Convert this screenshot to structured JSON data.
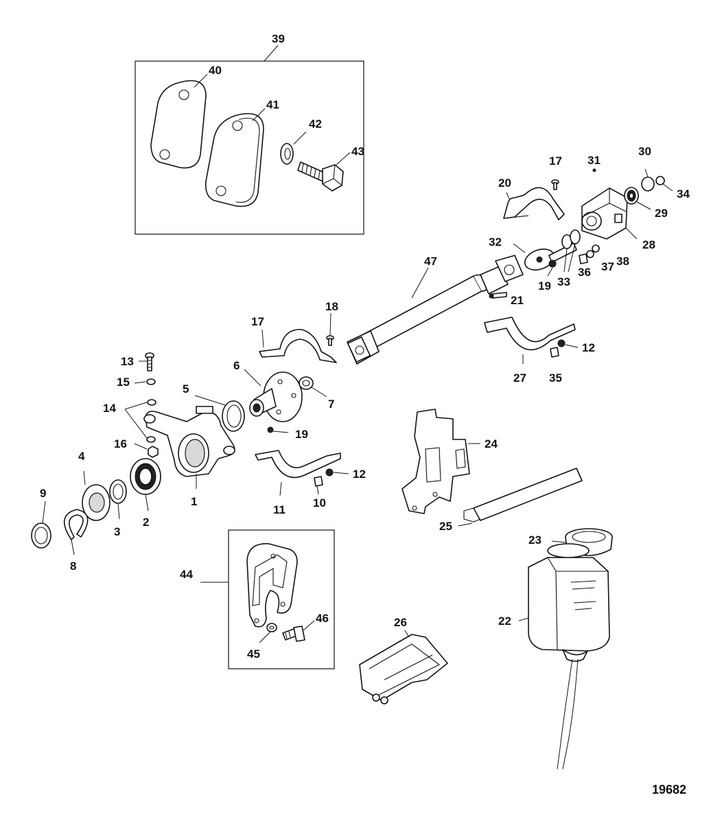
{
  "figure_number": "19682",
  "callouts": {
    "c1": "1",
    "c2": "2",
    "c3": "3",
    "c4": "4",
    "c5": "5",
    "c6": "6",
    "c7": "7",
    "c8": "8",
    "c9": "9",
    "c10": "10",
    "c11": "11",
    "c12a": "12",
    "c12b": "12",
    "c13": "13",
    "c14": "14",
    "c15": "15",
    "c16": "16",
    "c17a": "17",
    "c17b": "17",
    "c18": "18",
    "c19a": "19",
    "c19b": "19",
    "c20": "20",
    "c21": "21",
    "c22": "22",
    "c23": "23",
    "c24": "24",
    "c25": "25",
    "c26": "26",
    "c27": "27",
    "c28": "28",
    "c29": "29",
    "c30": "30",
    "c31": "31",
    "c32": "32",
    "c33": "33",
    "c34": "34",
    "c35": "35",
    "c36": "36",
    "c37": "37",
    "c38": "38",
    "c39": "39",
    "c40": "40",
    "c41": "41",
    "c42": "42",
    "c43": "43",
    "c44": "44",
    "c45": "45",
    "c46": "46",
    "c47": "47"
  }
}
